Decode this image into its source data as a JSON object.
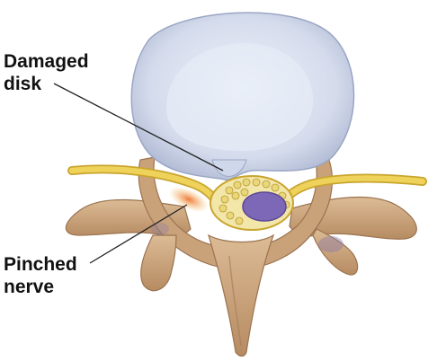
{
  "labels": {
    "damaged_disk_line1": "Damaged",
    "damaged_disk_line2": "disk",
    "pinched_nerve_line1": "Pinched",
    "pinched_nerve_line2": "nerve"
  },
  "colors": {
    "disk_outer": "#c9d2e6",
    "disk_inner": "#e3e9f4",
    "bone": "#d4b089",
    "bone_shadow": "#a97f58",
    "nerve": "#e8c84a",
    "nerve_inflamed": "#e57f45",
    "canal_fat": "#efe3a0",
    "cord": "#7d68b8",
    "leader_line": "#222222",
    "text": "#111111"
  }
}
